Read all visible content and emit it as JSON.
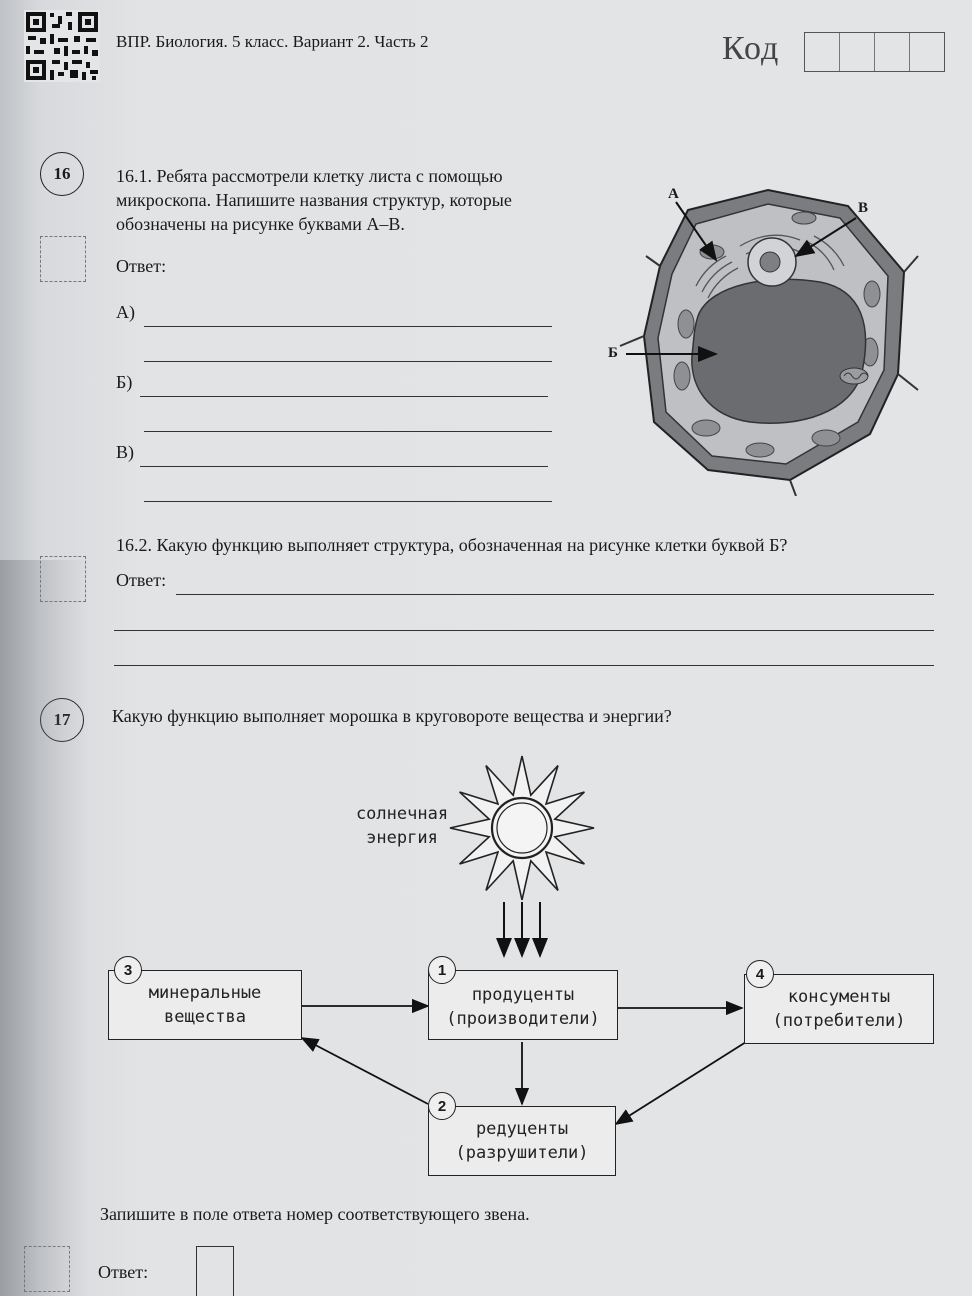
{
  "header": {
    "title": "ВПР. Биология. 5 класс. Вариант 2. Часть 2",
    "code_label": "Код"
  },
  "q16": {
    "number": "16",
    "p1_text": [
      "16.1. Ребята рассмотрели клетку листа с помощью",
      "микроскопа. Напишите названия структур, которые",
      "обозначены на рисунке буквами А–В."
    ],
    "answer_label": "Ответ:",
    "items": [
      "А)",
      "Б)",
      "В)"
    ],
    "figure_labels": {
      "a": "А",
      "b": "Б",
      "v": "В"
    },
    "p2_text": "16.2. Какую функцию выполняет структура, обозначенная на рисунке клетки буквой Б?",
    "p2_answer_label": "Ответ:"
  },
  "q17": {
    "number": "17",
    "question": "Какую функцию выполняет морошка в круговороте вещества и энергии?",
    "sun_label": [
      "солнечная",
      "энергия"
    ],
    "nodes": [
      {
        "num": "3",
        "lines": [
          "минеральные",
          "вещества"
        ]
      },
      {
        "num": "1",
        "lines": [
          "продуценты",
          "(производители)"
        ]
      },
      {
        "num": "4",
        "lines": [
          "консументы",
          "(потребители)"
        ]
      },
      {
        "num": "2",
        "lines": [
          "редуценты",
          "(разрушители)"
        ]
      }
    ],
    "instruction": "Запишите в поле ответа номер соответствующего звена.",
    "answer_label": "Ответ:"
  }
}
